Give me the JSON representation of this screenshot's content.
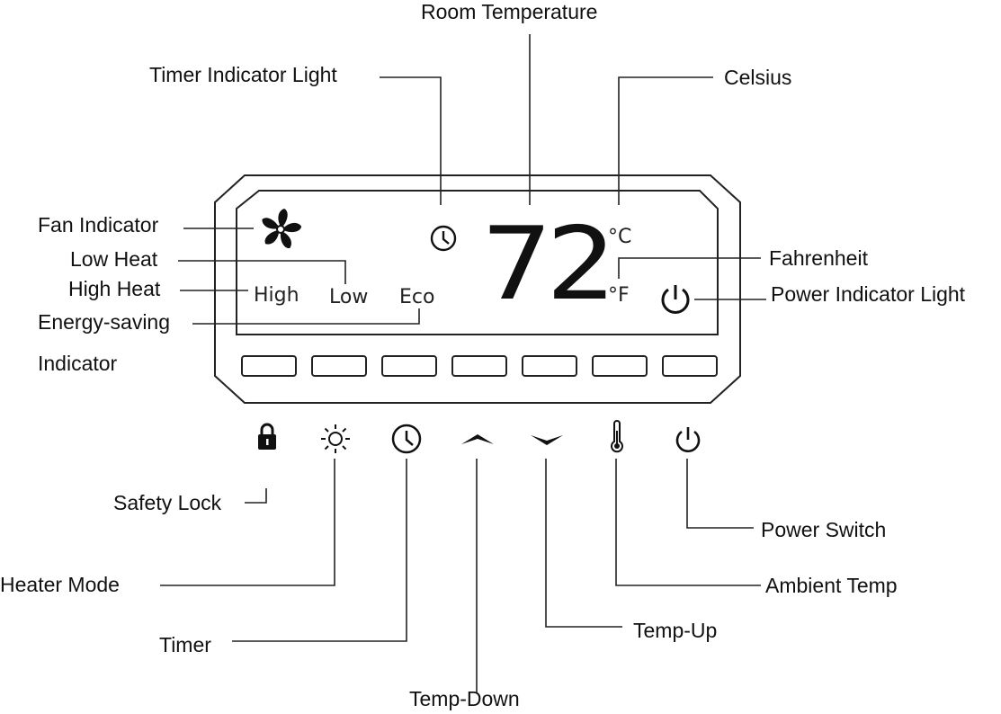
{
  "callouts": {
    "room_temperature": "Room Temperature",
    "timer_indicator_light": "Timer Indicator Light",
    "celsius": "Celsius",
    "fan_indicator": "Fan Indicator",
    "low_heat": "Low Heat",
    "high_heat": "High Heat",
    "energy_saving_line1": "Energy-saving",
    "energy_saving_line2": "Indicator",
    "fahrenheit": "Fahrenheit",
    "power_indicator_light": "Power Indicator Light",
    "safety_lock": "Safety Lock",
    "heater_mode": "Heater Mode",
    "timer": "Timer",
    "temp_down": "Temp-Down",
    "temp_up": "Temp-Up",
    "ambient_temp": "Ambient Temp",
    "power_switch": "Power Switch"
  },
  "display": {
    "temperature": "72",
    "unit_c": "°C",
    "unit_f": "°F",
    "mode_high": "High",
    "mode_low": "Low",
    "mode_eco": "Eco"
  },
  "icons": {
    "fan": "fan-icon",
    "timer_light": "clock-icon",
    "power_light": "power-icon",
    "lock_button": "lock-icon",
    "heater_button": "sun-icon",
    "timer_button": "clock-icon",
    "up_button": "chevron-up-icon",
    "down_button": "chevron-down-icon",
    "ambient_button": "thermometer-icon",
    "power_button": "power-icon"
  },
  "button_count": 7
}
